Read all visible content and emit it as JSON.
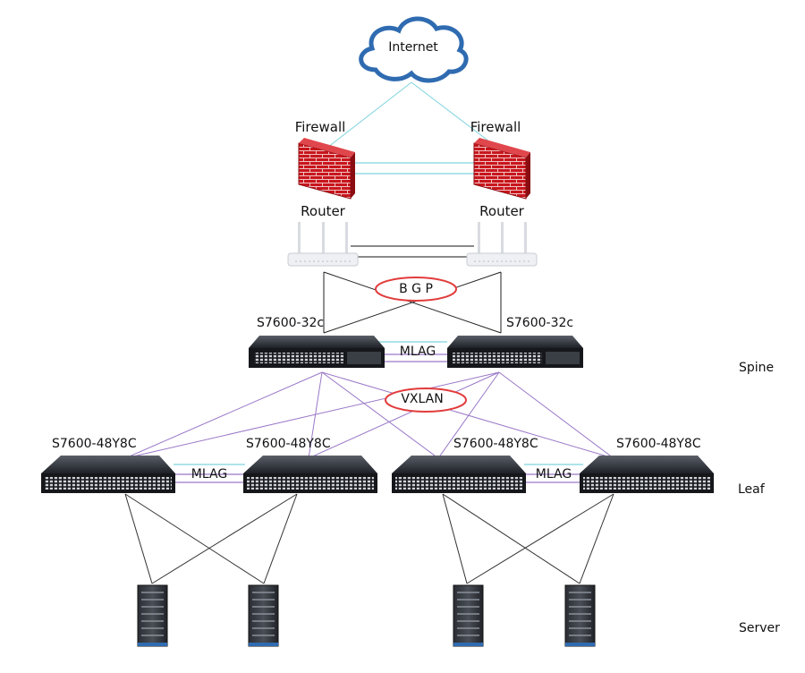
{
  "internet": {
    "label": "Internet"
  },
  "firewalls": [
    {
      "label": "Firewall"
    },
    {
      "label": "Firewall"
    }
  ],
  "routers": [
    {
      "label": "Router"
    },
    {
      "label": "Router"
    }
  ],
  "protocols": {
    "bgp": "B G P",
    "vxlan": "VXLAN",
    "spine_mlag": "MLAG",
    "leaf_mlag_left": "MLAG",
    "leaf_mlag_right": "MLAG"
  },
  "spine_switches": [
    {
      "label": "S7600-32c"
    },
    {
      "label": "S7600-32c"
    }
  ],
  "leaf_switches": [
    {
      "label": "S7600-48Y8C"
    },
    {
      "label": "S7600-48Y8C"
    },
    {
      "label": "S7600-48Y8C"
    },
    {
      "label": "S7600-48Y8C"
    }
  ],
  "tiers": {
    "spine": "Spine",
    "leaf": "Leaf",
    "server": "Server"
  },
  "colors": {
    "cloud_outline": "#2f6bb0",
    "internet_link": "#7fd3dd",
    "purple_link": "#9a78c8",
    "black_link": "#333333",
    "oval_outline": "#e23b3b",
    "firewall_red": "#c8161d"
  }
}
